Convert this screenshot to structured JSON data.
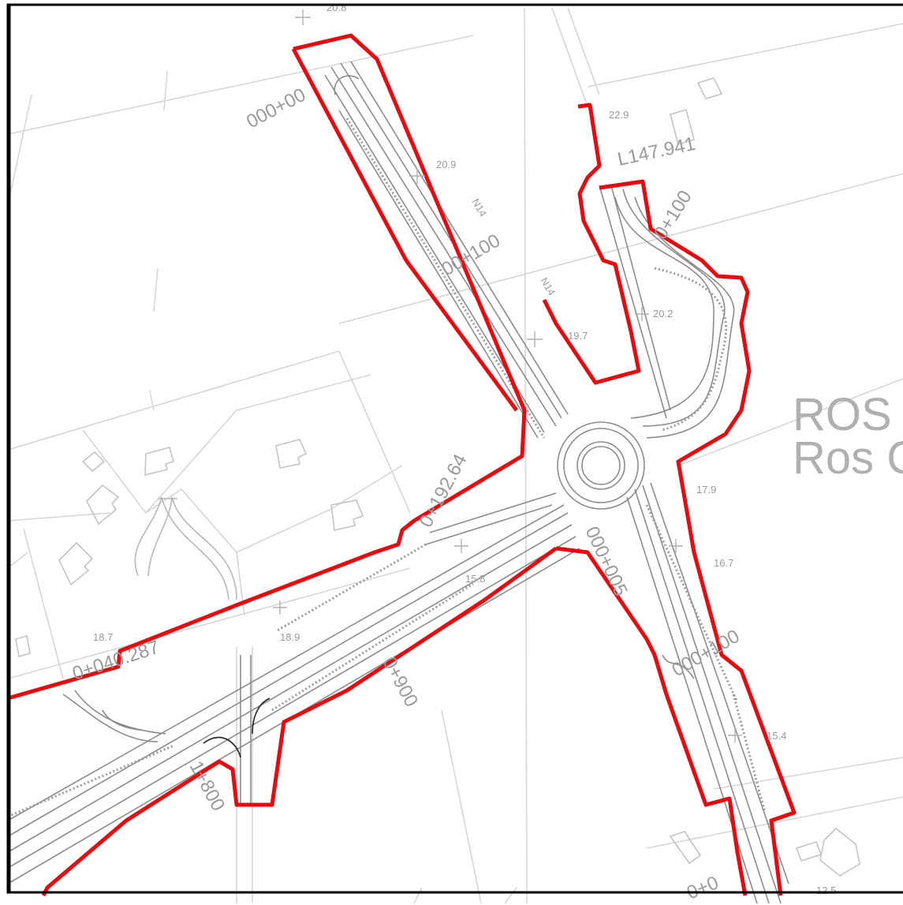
{
  "map": {
    "colors": {
      "boundary": "#e8090f",
      "road": "#8c8c8c",
      "background": "#e0e0e0",
      "frame": "#000000",
      "text": "#9a9a9a"
    },
    "town": {
      "name_upper": "ROS",
      "name_mixed": "Ros C"
    },
    "road_labels": {
      "n14_a": "N14",
      "n14_b": "N14"
    },
    "levels": {
      "l1": "20.8",
      "l2": "22.9",
      "l3": "20.9",
      "l4": "20.2",
      "l5": "19.7",
      "l6": "17.9",
      "l7": "16.7",
      "l8": "18.7",
      "l9": "15.8",
      "l10": "18.9",
      "l11": "15.4",
      "l12": "12.5"
    },
    "chainages": {
      "c1": "000+00",
      "c2": "0+100",
      "c3": "00+100",
      "c4": "L147.941",
      "c5": "0+192.64",
      "c6": "0+040.287",
      "c7": "000+005",
      "c8": "0+900",
      "c9": "1+800",
      "c10": "000+100",
      "c11": "0+0"
    }
  }
}
